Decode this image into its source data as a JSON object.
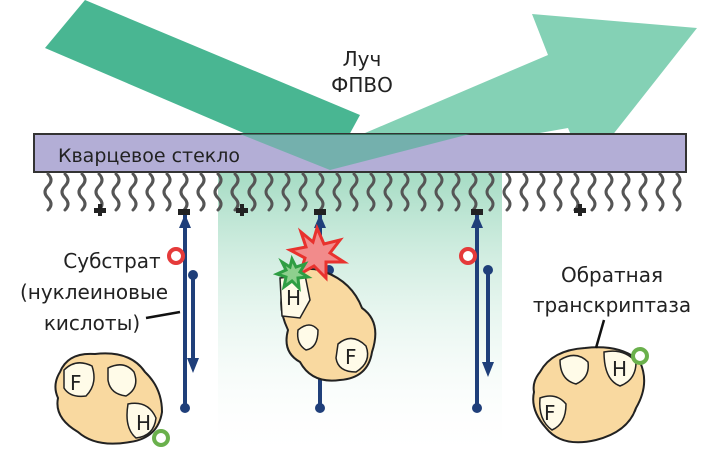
{
  "labels": {
    "beam_line1": "Луч",
    "beam_line2": "ФПВО",
    "glass": "Кварцевое стекло",
    "substrate_line1": "Субстрат",
    "substrate_line2": "(нуклеиновые",
    "substrate_line3": "кислоты)",
    "rt_line1": "Обратная",
    "rt_line2": "транскриптаза",
    "domain_f": "F",
    "domain_h": "H"
  },
  "colors": {
    "beam": "#3fb28c",
    "glass": "#b3aed6",
    "strand": "#1f3f7a",
    "enzyme": "#f9d9a0",
    "evanescent": "#cfeadf",
    "red_marker": "#e53a3a",
    "green_marker": "#6ab04c",
    "star_red": "#e8322e",
    "star_green": "#2f9e44",
    "brush": "#555555"
  }
}
